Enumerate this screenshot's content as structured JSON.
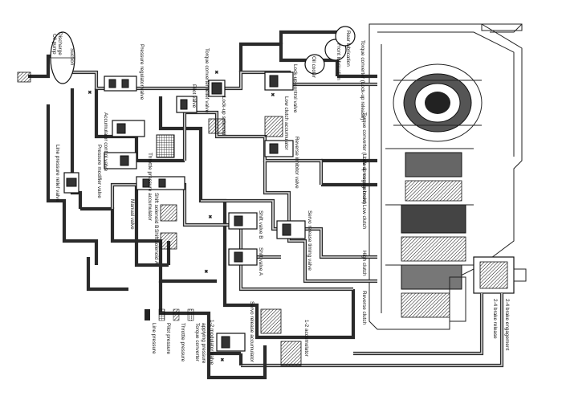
{
  "labels": {
    "oil_pump_discharge": "Discharge",
    "oil_pump_suction": "Suction",
    "oil_pump": "Oil pump",
    "oil_cooler": "Oil cooler",
    "rear_lubrication": "Rear lubrication",
    "front_lubrication": "Front lubrication",
    "torque_converter_lockup_release": "Torque converter (Lock-up release)",
    "torque_converter_relief_valve": "Torque converter relief valve",
    "pressure_regulator_valve": "Pressure regulator valve",
    "lockup_control_valve": "Lock-up control valve",
    "pilot_valve": "Pilot valve",
    "lockup_solenoid": "Lock-up solenoid",
    "low_clutch_accumulator": "Low clutch accumulator",
    "torque_converter_lockup_engagement": "Torque converter (Lock-up engagement)",
    "accumulator_control_valve": "Accumulator control valve",
    "pressure_modifier_valve": "Pressure modifier valve",
    "reverse_inhibitor_valve": "Reverse inhibitor valve",
    "low_reverse_brake": "Low & reverse brake",
    "throttle_pressure_accumulator": "Throttle pressure accumulator",
    "line_pressure_relief_valve": "Line pressure relief valve",
    "shift_solenoid_b": "Shift solenoid B",
    "manual_valve": "Manual valve",
    "shift_valve_b": "Shift valve B",
    "shift_solenoid_a": "Shift solenoid A",
    "servo_release_timing_valve": "Servo release timing valve",
    "low_clutch": "Low clutch",
    "shift_valve_a": "Shift valve A",
    "high_clutch": "High clutch",
    "reverse_clutch": "Reverse clutch",
    "servo_release_accumulator": "Servo release accumulator",
    "modulator_valve_12": "1-2 modulator valve",
    "accumulator_12": "1-2 accumulator",
    "brake_24_release": "2-4 brake release",
    "brake_24_engagement": "2-4 brake engagement"
  },
  "legend": [
    {
      "label": "Line pressure",
      "pattern": "dark"
    },
    {
      "label": "Pilot pressure",
      "pattern": "grid"
    },
    {
      "label": "Throttle pressure",
      "pattern": "diag"
    },
    {
      "label": "Torque converter",
      "pattern": "dots"
    },
    {
      "label": "applying pressure",
      "pattern": "none"
    }
  ],
  "colors": {
    "line": "#2a2a2a",
    "fill": "#ffffff"
  }
}
